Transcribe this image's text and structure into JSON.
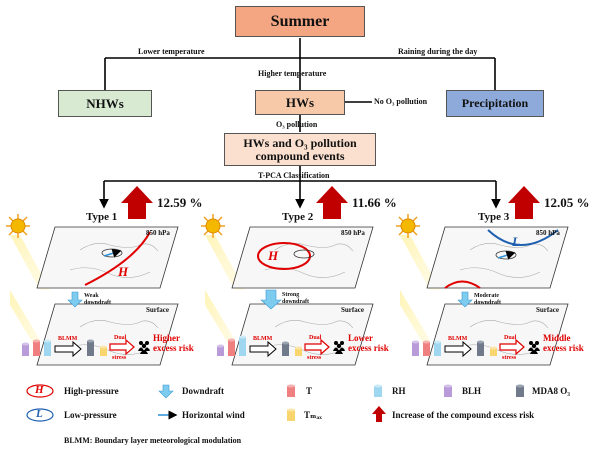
{
  "top": {
    "summer": "Summer",
    "lower_temperature": "Lower temperature",
    "raining": "Raining during the day",
    "higher_temperature": "Higher  temperature",
    "nhws": "NHWs",
    "hws": "HWs",
    "precipitation": "Precipitation",
    "no_o3": "No O₃ pollution",
    "o3": "O₃ pollution",
    "compound_line1": "HWs and O₃ pollution",
    "compound_line2": "compound events",
    "tpca": "T-PCA  Classification"
  },
  "types": [
    {
      "label": "Type 1",
      "percent": "12.59 %",
      "level": "850 hPa",
      "surface": "Surface",
      "downdraft_l1": "Weak",
      "downdraft_l2": "downdraft",
      "blmm": "BLMM",
      "dual": "Dual",
      "stress": "stress",
      "risk_l1": "Higher",
      "risk_l2": "excess risk",
      "system": "H"
    },
    {
      "label": "Type 2",
      "percent": "11.66 %",
      "level": "850 hPa",
      "surface": "Surface",
      "downdraft_l1": "Strong",
      "downdraft_l2": "downdraft",
      "blmm": "BLMM",
      "dual": "Dual",
      "stress": "stress",
      "risk_l1": "Lower",
      "risk_l2": "excess risk",
      "system": "H"
    },
    {
      "label": "Type 3",
      "percent": "12.05 %",
      "level": "850 hPa",
      "surface": "Surface",
      "downdraft_l1": "Moderate",
      "downdraft_l2": "downdraft",
      "blmm": "BLMM",
      "dual": "Dual",
      "stress": "stress",
      "risk_l1": "Middle",
      "risk_l2": "excess risk",
      "system": "L"
    }
  ],
  "legend": {
    "h_symbol": "H",
    "high_pressure": "High-pressure",
    "downdraft": "Downdraft",
    "t": "T",
    "rh": "RH",
    "blh": "BLH",
    "mda8": "MDA8 O₃",
    "l_symbol": "L",
    "low_pressure": "Low-pressure",
    "horizontal_wind": "Horizontal wind",
    "tmax": "Tₘₐₓ",
    "increase": "Increase of  the compound excess risk"
  },
  "footnote": "BLMM: Boundary layer meteorological modulation",
  "colors": {
    "summer": "#f4a582",
    "nhws": "#d9ead3",
    "hws": "#f8c9a8",
    "precipitation": "#8eaadb",
    "compound": "#fbe0cf",
    "red_arrow": "#c00000",
    "downdraft": "#7ecbf0",
    "t": "#f08080",
    "rh": "#9fd6f0",
    "blh": "#b89bd8",
    "mda8": "#707a8a",
    "tmax": "#f9d56e"
  }
}
